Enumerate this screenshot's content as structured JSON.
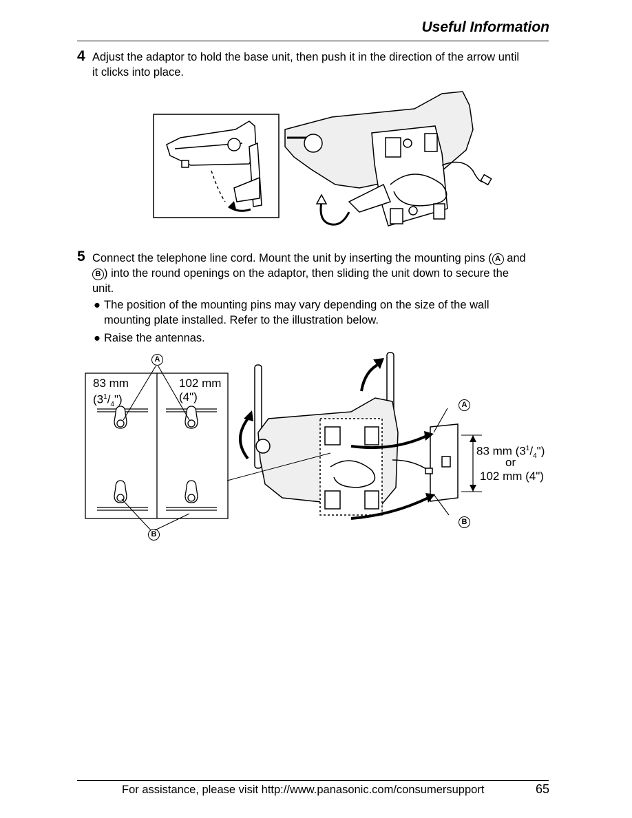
{
  "header": {
    "title": "Useful Information"
  },
  "step4": {
    "number": "4",
    "line1": "Adjust the adaptor to hold the base unit, then push it in the direction of the arrow until",
    "line2": "it clicks into place."
  },
  "step5": {
    "number": "5",
    "line1_a": "Connect the telephone line cord. Mount the unit by inserting the mounting pins (",
    "line1_b": " and",
    "line2_b": ") into the round openings on the adaptor, then sliding the unit down to secure the",
    "line3": "unit.",
    "bullets": [
      {
        "line1": "The position of the mounting pins may vary depending on the size of the wall",
        "line2": "mounting plate installed. Refer to the illustration below."
      },
      {
        "line1": "Raise the antennas.",
        "line2": ""
      }
    ]
  },
  "markers": {
    "a": "A",
    "b": "B"
  },
  "figure2": {
    "left_label_main": "83 mm",
    "left_label_sub_open": "(3",
    "left_label_sup": "1",
    "left_label_slash": "/",
    "left_label_sub": "4",
    "left_label_close": "\")",
    "right_label_main": "102 mm",
    "right_label_sub": "(4\")",
    "dim_line1_a": "83 mm (3",
    "dim_line1_sup": "1",
    "dim_line1_slash": "/",
    "dim_line1_sub": "4",
    "dim_line1_close": "\")",
    "dim_line2": "or",
    "dim_line3": "102 mm (4\")"
  },
  "footer": {
    "text": "For assistance, please visit http://www.panasonic.com/consumersupport",
    "page": "65"
  }
}
